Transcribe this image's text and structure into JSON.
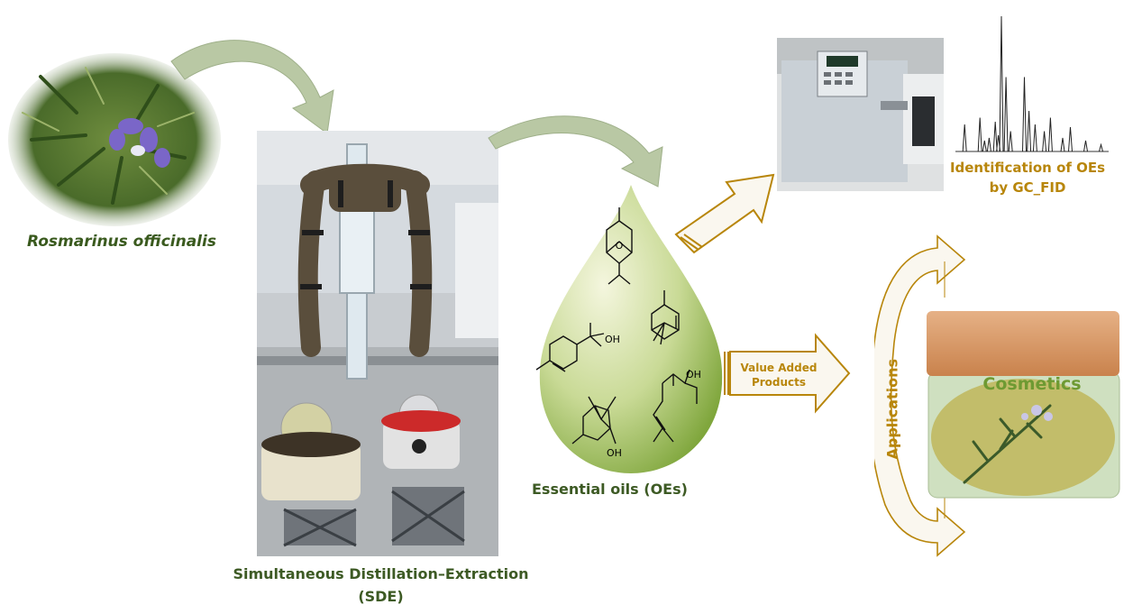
{
  "labels": {
    "plant": "Rosmarinus officinalis",
    "sde_line1": "Simultaneous Distillation–Extraction",
    "sde_line2": "(SDE)",
    "essential_oils": "Essential oils (OEs)",
    "gc_line1": "Identification of OEs",
    "gc_line2": "by GC_FID",
    "vap_line1": "Value Added",
    "vap_line2": "Products",
    "applications": "Applications",
    "cosmetics": "Cosmetics"
  },
  "molecule_labels": {
    "o": "O",
    "oh1": "OH",
    "oh2": "OH",
    "oh3": "OH"
  },
  "chart_data": {
    "type": "line",
    "peaks": [
      {
        "x": 0.06,
        "h": 0.2
      },
      {
        "x": 0.16,
        "h": 0.25
      },
      {
        "x": 0.19,
        "h": 0.08
      },
      {
        "x": 0.22,
        "h": 0.1
      },
      {
        "x": 0.26,
        "h": 0.22
      },
      {
        "x": 0.28,
        "h": 0.12
      },
      {
        "x": 0.3,
        "h": 1.0
      },
      {
        "x": 0.33,
        "h": 0.55
      },
      {
        "x": 0.36,
        "h": 0.15
      },
      {
        "x": 0.45,
        "h": 0.55
      },
      {
        "x": 0.48,
        "h": 0.3
      },
      {
        "x": 0.52,
        "h": 0.2
      },
      {
        "x": 0.58,
        "h": 0.15
      },
      {
        "x": 0.62,
        "h": 0.25
      },
      {
        "x": 0.7,
        "h": 0.1
      },
      {
        "x": 0.75,
        "h": 0.18
      },
      {
        "x": 0.85,
        "h": 0.08
      },
      {
        "x": 0.95,
        "h": 0.05
      }
    ]
  },
  "colors": {
    "label_green": "#3d5a24",
    "gold": "#b8860b",
    "arrow_green": "#b8c7a0",
    "drop_light": "#f2f5dc",
    "drop_dark": "#8ab048",
    "lid": "#d99a66"
  }
}
